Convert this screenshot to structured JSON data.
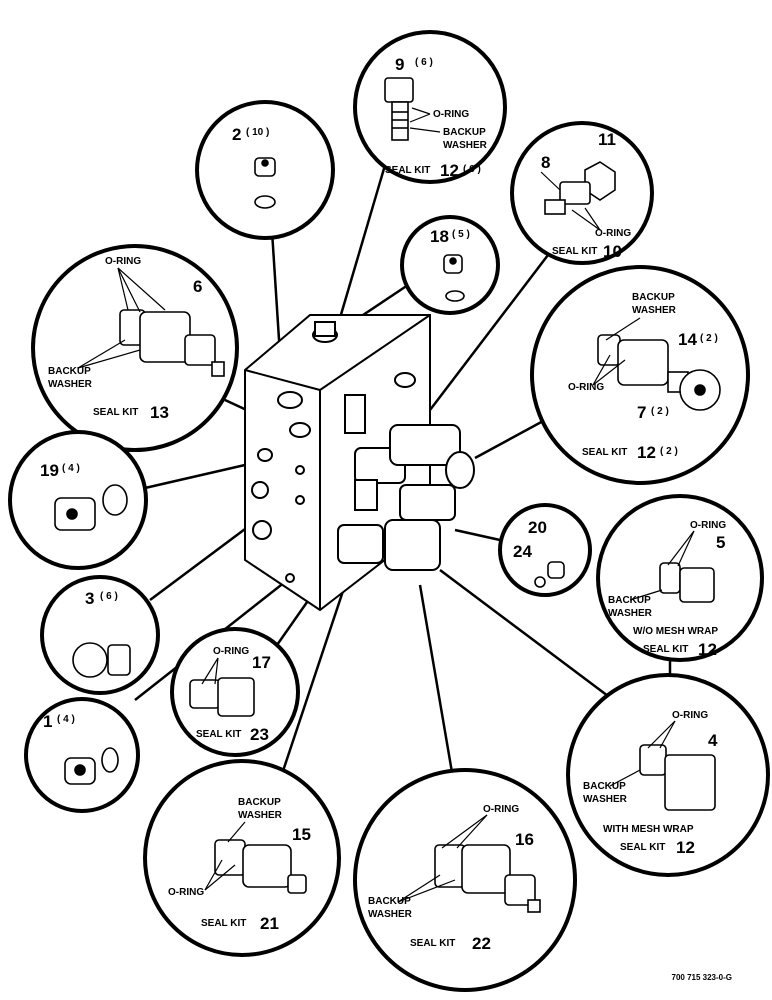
{
  "labels": {
    "oring": "O-RING",
    "backup": "BACKUP",
    "washer": "WASHER",
    "seal_kit": "SEAL KIT",
    "wo_mesh": "W/O MESH WRAP",
    "with_mesh": "WITH MESH WRAP"
  },
  "callouts": {
    "c9": {
      "num": "9",
      "qty": "( 6 )",
      "kit": "12",
      "kitqty": "( 6 )"
    },
    "c2": {
      "num": "2",
      "qty": "( 10 )"
    },
    "c11": {
      "num": "11",
      "num2": "8",
      "kit": "10"
    },
    "c18": {
      "num": "18",
      "qty": "( 5 )"
    },
    "c6": {
      "num": "6",
      "kit": "13"
    },
    "c14": {
      "num": "14",
      "qty": "( 2 )",
      "num2": "7",
      "qty2": "( 2 )",
      "kit": "12",
      "kitqty": "( 2 )"
    },
    "c19": {
      "num": "19",
      "qty": "( 4 )"
    },
    "c20": {
      "num": "20",
      "num2": "24"
    },
    "c5": {
      "num": "5",
      "kit": "12"
    },
    "c3": {
      "num": "3",
      "qty": "( 6 )"
    },
    "c17": {
      "num": "17",
      "kit": "23"
    },
    "c1": {
      "num": "1",
      "qty": "( 4 )"
    },
    "c4": {
      "num": "4",
      "kit": "12"
    },
    "c15": {
      "num": "15",
      "kit": "21"
    },
    "c16": {
      "num": "16",
      "kit": "22"
    }
  },
  "footer": "700 715 323-0-G"
}
